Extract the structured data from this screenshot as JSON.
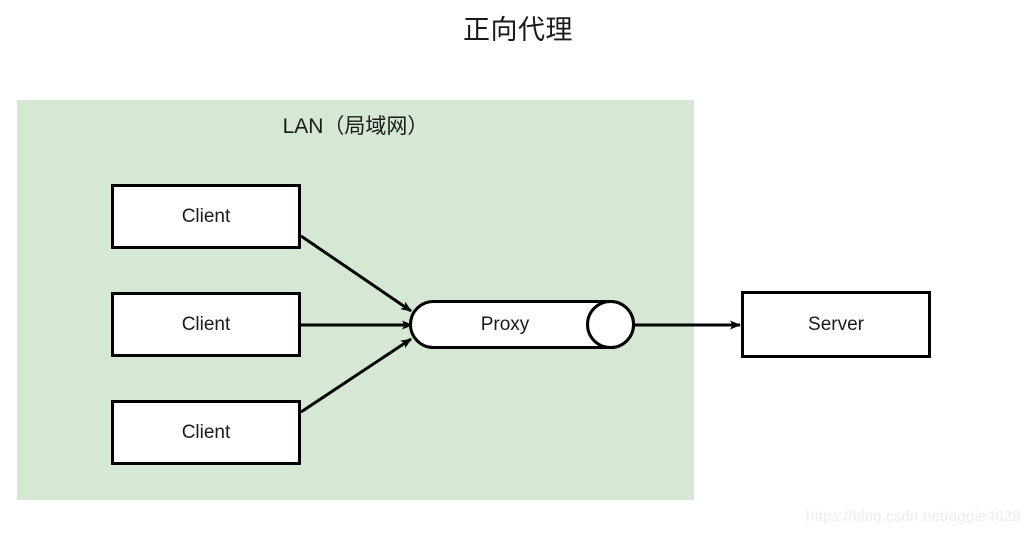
{
  "title": "正向代理",
  "zone": {
    "label": "LAN（局域网）",
    "fill_color": "#d5e8d4"
  },
  "nodes": {
    "client_1": "Client",
    "client_2": "Client",
    "client_3": "Client",
    "proxy": "Proxy",
    "server": "Server"
  },
  "style": {
    "stroke_color": "#000000",
    "node_fill": "#ffffff",
    "text_color": "#1a1a1a",
    "watermark_color": "#ececec"
  },
  "connections": [
    {
      "from": "client_1",
      "to": "proxy",
      "type": "arrow"
    },
    {
      "from": "client_2",
      "to": "proxy",
      "type": "arrow"
    },
    {
      "from": "client_3",
      "to": "proxy",
      "type": "arrow"
    },
    {
      "from": "proxy",
      "to": "server",
      "type": "arrow"
    }
  ],
  "watermark": "https://blog.csdn.net/aggie4628"
}
